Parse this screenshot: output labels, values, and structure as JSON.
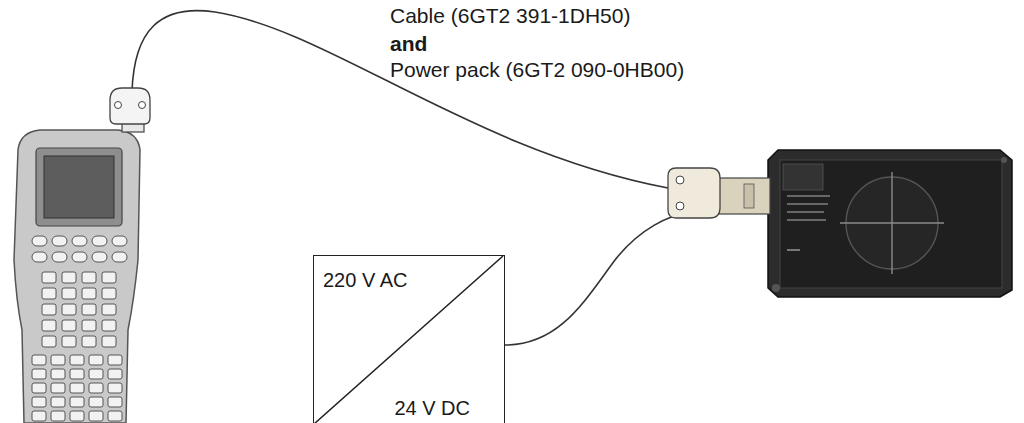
{
  "diagram": {
    "nodes": [
      {
        "text": [
          "220 V AC",
          "24 V DC"
        ]
      }
    ],
    "edges": [],
    "labels": [
      "Cable (6GT2 391-1DH50)",
      "and",
      "Power pack (6GT2 090-0HB00)"
    ]
  }
}
